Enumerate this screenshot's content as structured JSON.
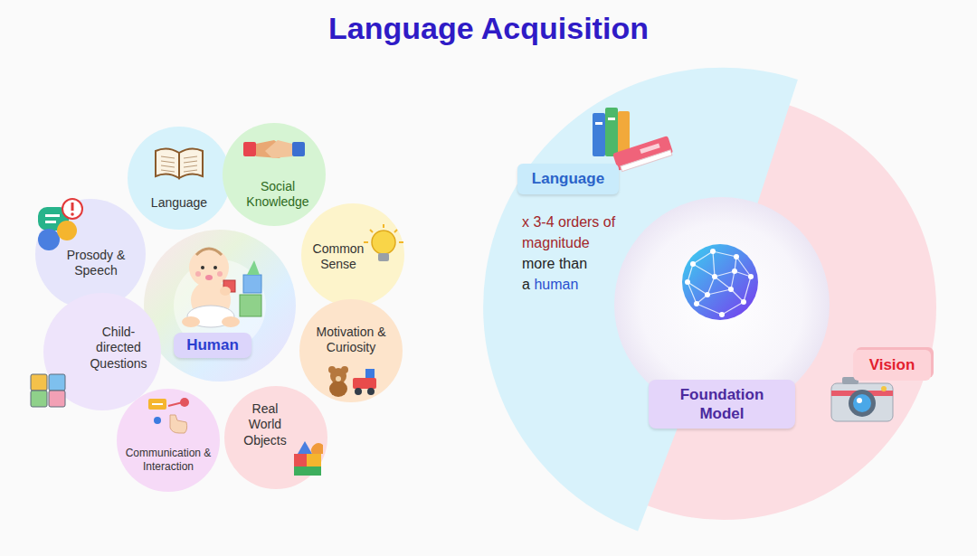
{
  "diagram": {
    "title": "Language Acquisition",
    "nodes": [
      {
        "text": [
          "Language"
        ]
      },
      {
        "text": [
          "Social Knowledge"
        ]
      },
      {
        "text": [
          "Prosody & Speech"
        ]
      },
      {
        "text": [
          "Common Sense"
        ]
      },
      {
        "text": [
          "Human"
        ]
      },
      {
        "text": [
          "Child-directed Questions"
        ]
      },
      {
        "text": [
          "Motivation & Curiosity"
        ]
      },
      {
        "text": [
          "Communication & Interaction"
        ]
      },
      {
        "text": [
          "Real World Objects"
        ]
      },
      {
        "text": [
          "Language"
        ]
      },
      {
        "text": [
          "Vision"
        ]
      },
      {
        "text": [
          "Foundation Model"
        ]
      }
    ],
    "labels": [
      "x 3-4 orders of magnitude",
      "more than a",
      "human"
    ]
  }
}
